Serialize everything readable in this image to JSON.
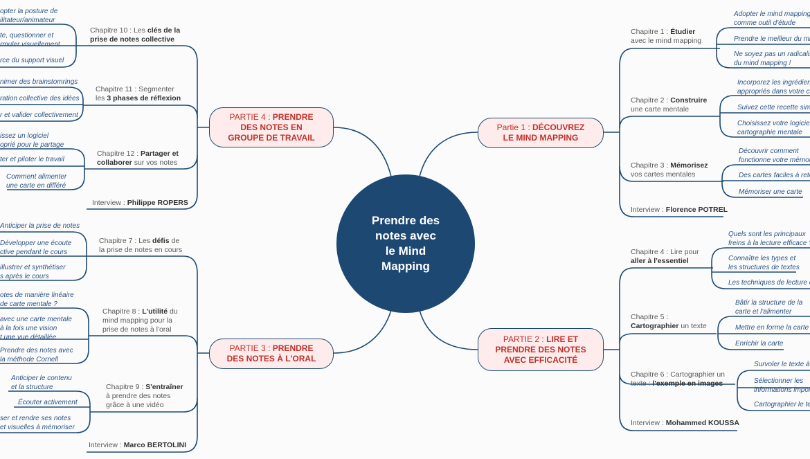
{
  "center": {
    "title": "Prendre des\nnotes avec\nle Mind\nMapping"
  },
  "colors": {
    "line": "#1d4a72",
    "center": "#1c4872",
    "part_fill": "#fdeceb",
    "part_text": "#c0312b",
    "leaf_text": "#2b5384"
  },
  "parts": {
    "p1": {
      "prefix": "Partie 1 : ",
      "title": "DÉCOUVREZ\nLE MIND MAPPING"
    },
    "p2": {
      "prefix": "PARTIE 2 : ",
      "title": "LIRE ET\nPRENDRE DES NOTES\nAVEC EFFICACITÉ"
    },
    "p3": {
      "prefix": "PARTIE 3 : ",
      "title": "PRENDRE\nDES NOTES À L'ORAL"
    },
    "p4": {
      "prefix": "PARTIE 4 : ",
      "title": "PRENDRE\nDES NOTES EN\nGROUPE DE TRAVAIL"
    }
  },
  "chapters": {
    "ch1": {
      "a": "Chapitre 1 : ",
      "b": "Étudier",
      "c": "\navec le mind mapping"
    },
    "ch2": {
      "a": "Chapitre 2 : ",
      "b": "Construire",
      "c": "\nune carte mentale"
    },
    "ch3": {
      "a": "Chapitre 3 : ",
      "b": "Mémorisez",
      "c": "\nvos cartes mentales"
    },
    "int1": {
      "a": "Interview : ",
      "b": "Florence POTREL",
      "c": ""
    },
    "ch4": {
      "a": "Chapitre 4 : Lire pour\n",
      "b": "aller à l'essentiel",
      "c": ""
    },
    "ch5": {
      "a": "Chapitre 5 :\n",
      "b": "Cartographier",
      "c": " un texte"
    },
    "ch6": {
      "a": "Chapitre 6 : Cartographier un\ntexte : ",
      "b": "l'exemple en images",
      "c": ""
    },
    "int2": {
      "a": "Interview : ",
      "b": "Mohammed KOUSSA",
      "c": ""
    },
    "ch7": {
      "a": "Chapitre 7 : Les ",
      "b": "défis",
      "c": " de\nla prise de notes en cours"
    },
    "ch8": {
      "a": "Chapitre 8 : ",
      "b": "L'utilité",
      "c": " du\nmind mapping pour la\nprise de notes à l'oral"
    },
    "ch9": {
      "a": "Chapitre 9 : ",
      "b": "S'entraîner",
      "c": "\nà prendre des notes\ngrâce à une vidéo"
    },
    "int3": {
      "a": "Interview : ",
      "b": "Marco BERTOLINI",
      "c": ""
    },
    "ch10": {
      "a": "Chapitre 10 : Les ",
      "b": "clés de la\nprise de notes collective",
      "c": ""
    },
    "ch11": {
      "a": "Chapitre 11 : Segmenter\nles ",
      "b": "3 phases de réflexion",
      "c": ""
    },
    "ch12": {
      "a": "Chapitre 12 : ",
      "b": "Partager et\ncollaborer",
      "c": " sur vos notes"
    },
    "int4": {
      "a": "Interview : ",
      "b": "Philippe ROPERS",
      "c": ""
    }
  },
  "leaves": {
    "ch1": [
      "Adopter le mind mapping\ncomme outil d'étude",
      "Prendre le meilleur du mi",
      "Ne soyez pas un radicalist\ndu mind mapping !"
    ],
    "ch2": [
      "Incorporez les ingrédient\nappropriés dans votre ca",
      "Suivez cette recette simpl",
      "Choisissez votre logiciel d\ncartographie mentale"
    ],
    "ch3": [
      "Découvrir comment\nfonctionne votre mémoi",
      "Des cartes faciles à reten",
      "Mémoriser une carte"
    ],
    "ch4": [
      "Quels sont les principaux\nfreins à la lecture efficace ?",
      "Connaître les types et\nles structures de textes",
      "Les techniques de lecture eff"
    ],
    "ch5": [
      "Bâtir la structure de la\ncarte et l'alimenter",
      "Mettre en forme la carte",
      "Enrichir la carte"
    ],
    "ch6": [
      "Survoler le texte à",
      "Sélectionner les\ninformations impor",
      "Cartographier le te"
    ],
    "ch7": [
      "Anticiper la prise de notes",
      "Développer une écoute\nctive pendant le cours",
      "illustrer et synthétiser\ns après le cours"
    ],
    "ch8": [
      "otes de manière linéaire\nde carte mentale ?",
      "avec une carte mentale\nà la fois une vision\nt une vue détaillée",
      "Prendre des notes avec\nla méthode Cornell"
    ],
    "ch9": [
      "Anticiper le contenu\net la structure",
      "Écouter activement",
      "ser et rendre ses notes\net visuelles à mémoriser"
    ],
    "ch10": [
      "opter la posture de\nilitateur/animateur",
      "te, questionner et\nrmuler visuellement",
      "rce du support visuel"
    ],
    "ch11": [
      "nimer des brainstomrings",
      "ration collective des idées",
      "r et valider collectivement"
    ],
    "ch12": [
      "issez un logiciel\noprié pour le partage",
      "ter et piloter le travail",
      "Comment alimenter\nune carte en différé"
    ]
  }
}
